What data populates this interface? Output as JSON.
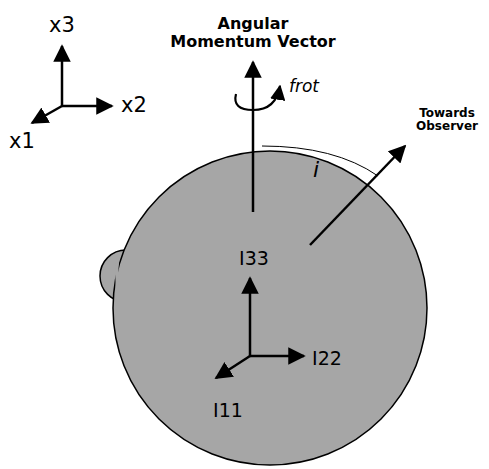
{
  "diagram": {
    "labels": [
      "x3",
      "x2",
      "x1",
      "Angular Momentum Vector",
      "frot",
      "i",
      "Towards Observer",
      "I33",
      "I22",
      "I11"
    ]
  }
}
